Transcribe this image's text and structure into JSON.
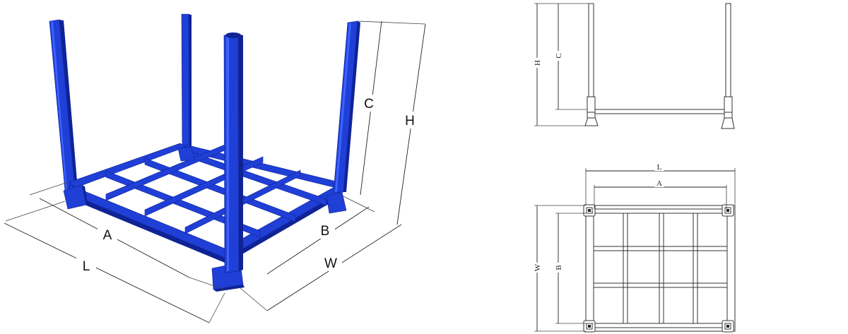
{
  "isometric_view": {
    "frame_color": "#1f3fd6",
    "frame_shadow": "#0f2396",
    "frame_highlight": "#3c63ff",
    "labels": {
      "A": "A",
      "L": "L",
      "B": "B",
      "W": "W",
      "C": "C",
      "H": "H"
    }
  },
  "side_view": {
    "labels": {
      "H": "H",
      "C": "C"
    }
  },
  "top_view": {
    "labels": {
      "L": "L",
      "A": "A",
      "W": "W",
      "B": "B"
    }
  }
}
